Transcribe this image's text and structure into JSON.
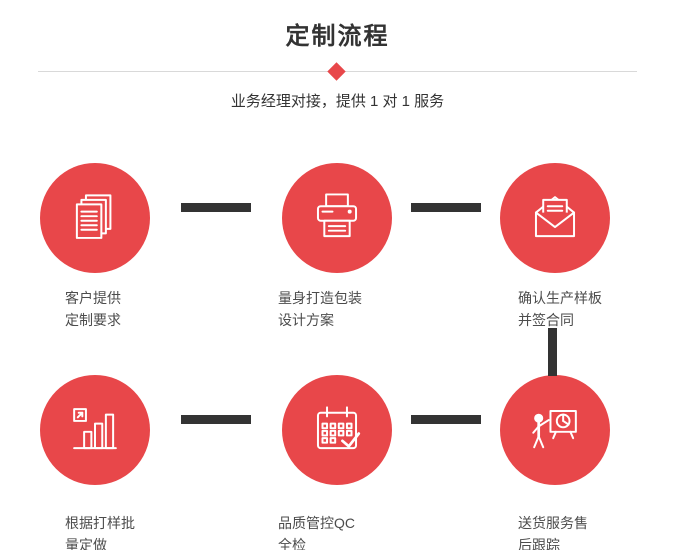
{
  "header": {
    "title": "定制流程",
    "subtitle": "业务经理对接，提供 1 对 1 服务"
  },
  "steps": [
    {
      "icon": "documents-icon",
      "label_line1": "客户提供",
      "label_line2": "定制要求"
    },
    {
      "icon": "printer-icon",
      "label_line1": "量身打造包装",
      "label_line2": "设计方案"
    },
    {
      "icon": "envelope-icon",
      "label_line1": "确认生产样板",
      "label_line2": "并签合同"
    },
    {
      "icon": "bar-chart-icon",
      "label_line1": "根据打样批",
      "label_line2": "量定做"
    },
    {
      "icon": "calendar-icon",
      "label_line1": "品质管控QC",
      "label_line2": "全检"
    },
    {
      "icon": "presentation-icon",
      "label_line1": "送货服务售",
      "label_line2": "后跟踪"
    }
  ],
  "colors": {
    "accent_red": "#e8474a",
    "connector_dark": "#333333",
    "title_text": "#333333",
    "label_text": "#4c4c4c",
    "divider_gray": "#d9d9d9"
  }
}
